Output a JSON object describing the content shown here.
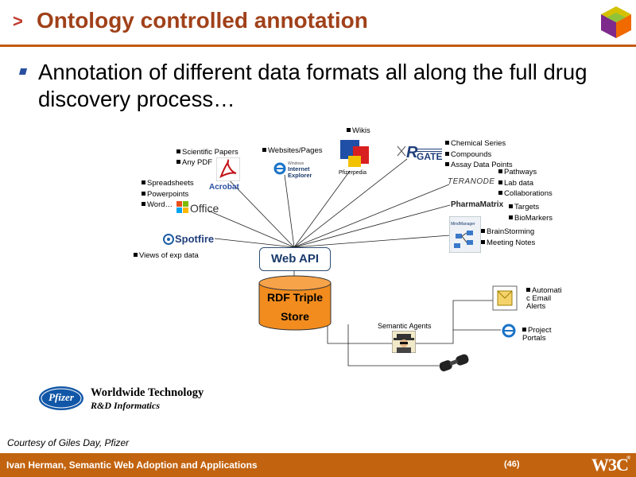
{
  "header": {
    "arrow": ">",
    "title": "Ontology controlled annotation"
  },
  "main": {
    "bullet": "Annotation of different data formats all along the full drug discovery process…"
  },
  "diagram": {
    "web_api": "Web API",
    "store_line1": "RDF Triple",
    "store_line2": "Store",
    "sources": {
      "scientific_papers": "Scientific Papers",
      "any_pdf": "Any PDF",
      "acrobat": "Acrobat",
      "websites": "Websites/Pages",
      "ie_small": "Windows",
      "ie_big1": "Internet",
      "ie_big2": "Explorer",
      "wikis": "Wikis",
      "pfizerpedia": "Pfizerpedia",
      "chemical_series": "Chemical Series",
      "compounds": "Compounds",
      "assay_data_points": "Assay Data Points",
      "rgate": "GATE",
      "spreadsheets": "Spreadsheets",
      "powerpoints": "Powerpoints",
      "word": "Word…",
      "office": "Office",
      "pathways": "Pathways",
      "lab_data": "Lab data",
      "collaborations": "Collaborations",
      "teranode": "TERANODE",
      "pharmamatrix": "PharmaMatrix",
      "targets": "Targets",
      "biomarkers": "BioMarkers",
      "spotfire": "Spotfire",
      "views_exp_data": "Views of exp data",
      "mindmanager": "MindManager",
      "brainstorming": "BrainStorming",
      "meeting_notes": "Meeting Notes"
    },
    "outputs": {
      "semantic_agents": "Semantic Agents",
      "auto_email_1": "Automati",
      "auto_email_2": "c Email",
      "auto_email_3": "Alerts",
      "project_1": "Project",
      "project_2": "Portals"
    }
  },
  "branding": {
    "pfizer": "Pfizer",
    "wt_line1": "Worldwide Technology",
    "wt_line2": "R&D Informatics"
  },
  "courtesy": "Courtesy of Giles Day, Pfizer",
  "footer": {
    "text": "Ivan Herman, Semantic Web Adoption and Applications",
    "page": "(46)",
    "w3c": "W3C"
  },
  "colors": {
    "accent": "#c2630f",
    "title": "#a0411a",
    "db": "#f28c1e",
    "bullet": "#2a4fa0"
  }
}
